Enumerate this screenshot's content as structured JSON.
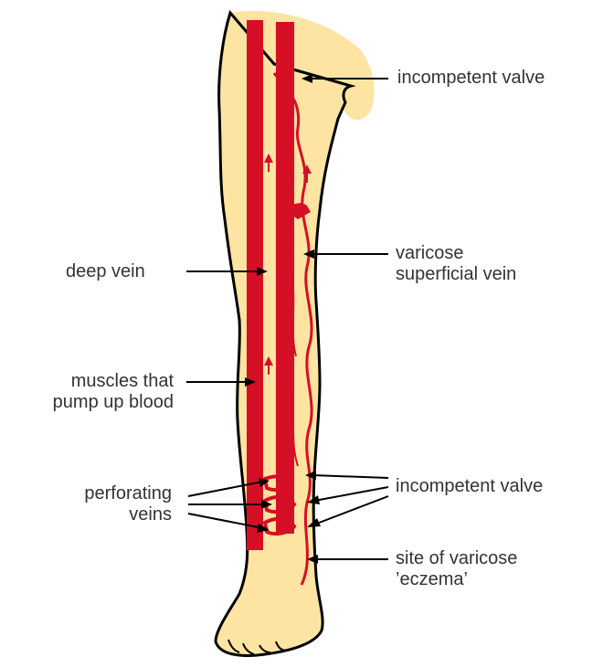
{
  "labels": {
    "incompetent_valve_top": "incompetent valve",
    "varicose_superficial_vein": [
      "varicose",
      "superficial vein"
    ],
    "deep_vein": "deep vein",
    "muscles": [
      "muscles that",
      "pump up blood"
    ],
    "perforating_veins": [
      "perforating",
      "veins"
    ],
    "incompetent_valve_bottom": "incompetent valve",
    "eczema_site": [
      "site of varicose",
      "’eczema’"
    ]
  },
  "colors": {
    "skin": "#fde4a2",
    "vein": "#d50f25",
    "outline": "#000000",
    "text": "#333333"
  }
}
